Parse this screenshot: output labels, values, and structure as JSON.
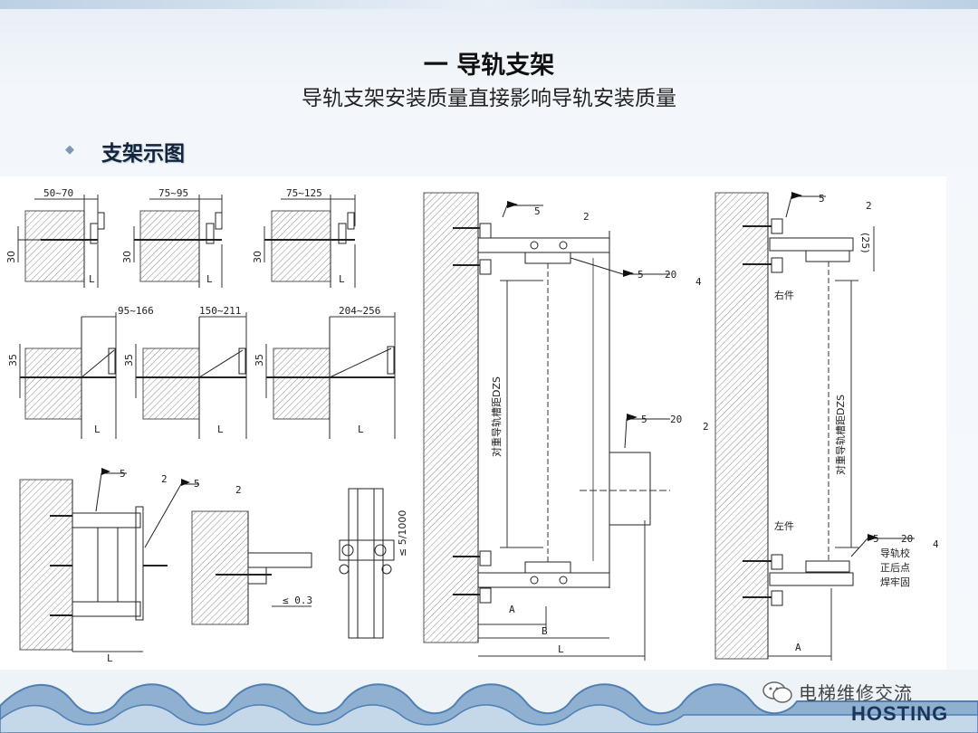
{
  "slide": {
    "title": "一  导轨支架",
    "subtitle": "导轨支架安装质量直接影响导轨安装质量",
    "section_heading": "支架示图"
  },
  "drawing": {
    "dimensions_row1": [
      "50~70",
      "75~95",
      "75~125"
    ],
    "dimensions_row2": [
      "95~166",
      "150~211",
      "204~256"
    ],
    "dim_30": "30",
    "dim_35": "35",
    "dim_L": "L",
    "dim_A": "A",
    "dim_B": "B",
    "dim_25": "(25)",
    "tol_03": "≤ 0.3",
    "tol_1000": "≤ 5/1000",
    "weld_5": "5",
    "weld_20": "20",
    "weld_2": "2",
    "weld_4": "4",
    "left_dzs_text": "对重导轨槽距DZS",
    "right_dzs_text": "对重导轨槽距DZS",
    "right_part": "右件",
    "left_part": "左件",
    "correction_note_1": "导轨校",
    "correction_note_2": "正后点",
    "correction_note_3": "焊牢固"
  },
  "watermark": {
    "text": "电梯维修交流",
    "brand": "HOSTING"
  },
  "colors": {
    "wave_blue": "#4f7fb3",
    "hatch": "#777777"
  }
}
